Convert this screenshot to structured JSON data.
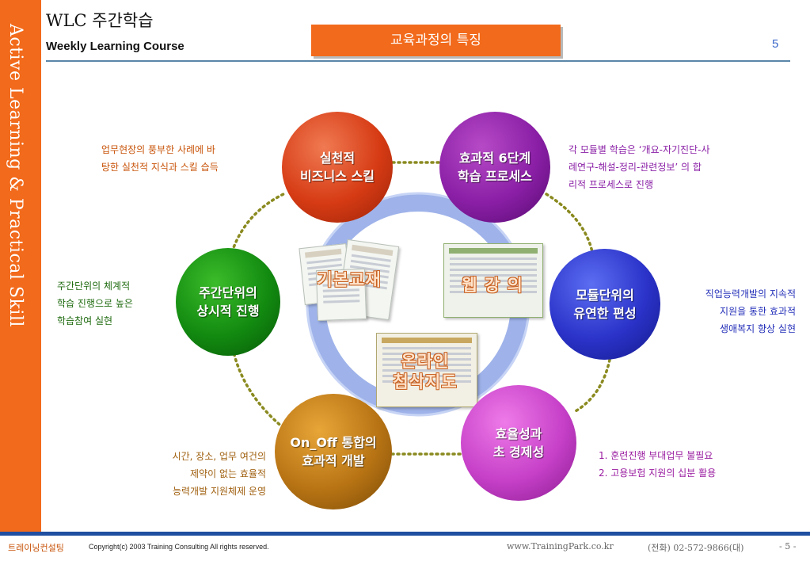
{
  "sidebar": {
    "text": "Active Learning & Practical Skill"
  },
  "header": {
    "title": "WLC 주간학습",
    "subtitle": "Weekly Learning Course",
    "banner": "교육과정의 특징",
    "page_number": "5"
  },
  "circles": {
    "top_left": "실천적\n비즈니스 스킬",
    "top_right": "효과적 6단계\n학습 프로세스",
    "mid_left": "주간단위의\n상시적 진행",
    "mid_right": "모듈단위의\n유연한 편성",
    "bottom_left": "On_Off 통합의\n효과적 개발",
    "bottom_right": "효율성과\n초 경제성"
  },
  "descriptions": {
    "top_left": "업무현장의 풍부한 사례에 바\n탕한 실천적 지식과 스킬 습득",
    "top_right": "각 모듈별 학습은 ‘개요-자기진단-사\n례연구-해설-정리-관련정보’ 의 합\n리적 프로세스로 진행",
    "mid_left": "주간단위의 체계적\n학습 진행으로 높은\n학습참여 실현",
    "mid_right": "직업능력개발의 지속적\n지원을 통한 효과적\n생애복지 향상 실현",
    "bottom_left": "시간, 장소, 업무 여건의\n제약이 없는 효율적\n능력개발 지원체제 운영",
    "bottom_right": "1. 훈련진행 부대업무 불필요\n2. 고용보험 지원의 십분 활용"
  },
  "center": {
    "book_label": "기본교재",
    "web_label": "웹 강 의",
    "online_label": "온라인\n첨삭지도"
  },
  "footer": {
    "brand": "트레이닝컨설팅",
    "copyright": "Copyright(c) 2003 Training Consulting All rights reserved.",
    "url": "www.TrainingPark.co.kr",
    "phone": "(전화) 02-572-9866(대)",
    "page": "- 5 -"
  },
  "colors": {
    "accent_orange": "#f26a1b",
    "footer_blue": "#1f4fa0",
    "ring_blue": "#9fb3ea",
    "dotted_olive": "#8a8a20"
  }
}
